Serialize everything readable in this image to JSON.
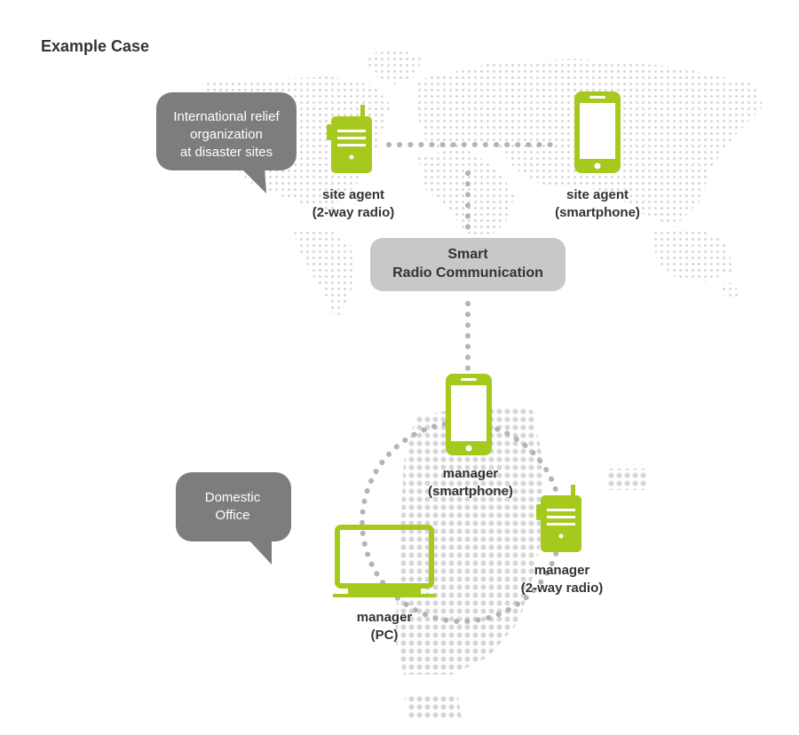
{
  "title": "Example Case",
  "colors": {
    "accent": "#a6c91e",
    "accent_dark": "#8cad10",
    "bubble": "#7d7d7d",
    "hub": "#c8c8c8",
    "map_dots": "#d2d2d2",
    "connector": "#b4b4b4",
    "text": "#333333"
  },
  "bubbles": {
    "international": {
      "lines": [
        "International relief",
        "organization",
        "at disaster sites"
      ]
    },
    "domestic": {
      "lines": [
        "Domestic",
        "Office"
      ]
    }
  },
  "hub": {
    "lines": [
      "Smart",
      "Radio Communication"
    ]
  },
  "devices": {
    "site_radio": {
      "icon": "two-way-radio-icon",
      "lines": [
        "site agent",
        "(2-way radio)"
      ]
    },
    "site_phone": {
      "icon": "smartphone-icon",
      "lines": [
        "site agent",
        "(smartphone)"
      ]
    },
    "manager_phone": {
      "icon": "smartphone-icon",
      "lines": [
        "manager",
        "(smartphone)"
      ]
    },
    "manager_radio": {
      "icon": "two-way-radio-icon",
      "lines": [
        "manager",
        "(2-way radio)"
      ]
    },
    "manager_pc": {
      "icon": "monitor-icon",
      "lines": [
        "manager",
        "(PC)"
      ]
    }
  }
}
